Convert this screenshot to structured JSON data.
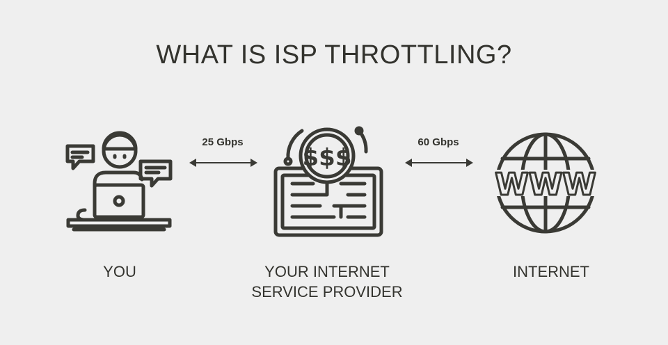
{
  "title": "WHAT IS ISP THROTTLING?",
  "nodes": {
    "you": {
      "label": "YOU",
      "icon": "person-at-laptop-icon"
    },
    "isp": {
      "label_line1": "YOUR INTERNET",
      "label_line2": "SERVICE PROVIDER",
      "icon": "isp-router-dollar-icon"
    },
    "internet": {
      "label": "INTERNET",
      "icon": "www-globe-icon"
    }
  },
  "links": {
    "you_isp": {
      "label": "25 Gbps"
    },
    "isp_internet": {
      "label": "60 Gbps"
    }
  },
  "colors": {
    "background": "#efefef",
    "stroke": "#3a3a35"
  }
}
